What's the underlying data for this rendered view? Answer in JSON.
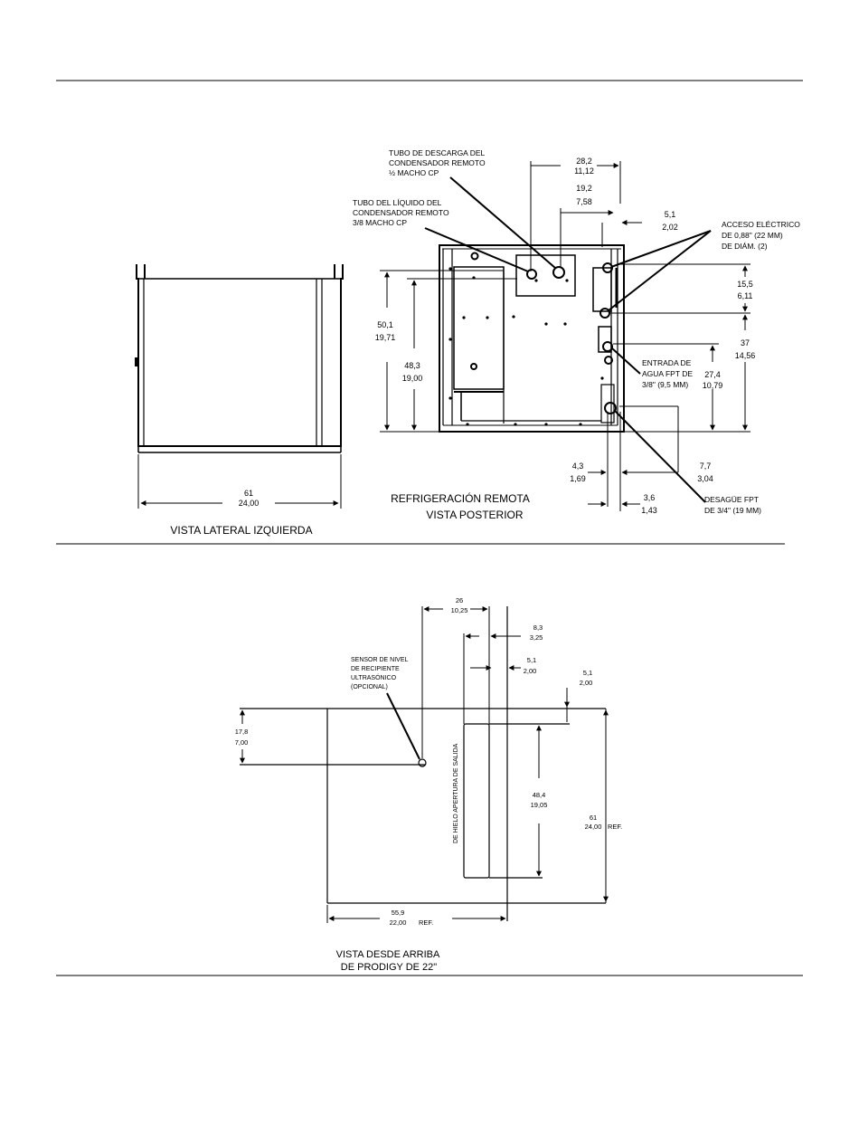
{
  "dims": {
    "d28": [
      "28,2",
      "11,12"
    ],
    "d19": [
      "19,2",
      "7,58"
    ],
    "d5a": [
      "5,1",
      "2,02"
    ],
    "d155": [
      "15,5",
      "6,11"
    ],
    "d37": [
      "37",
      "14,56"
    ],
    "d274": [
      "27,4",
      "10,79"
    ],
    "d77": [
      "7,7",
      "3,04"
    ],
    "d43": [
      "4,3",
      "1,69"
    ],
    "d36": [
      "3,6",
      "1,43"
    ],
    "d501": [
      "50,1",
      "19,71"
    ],
    "d483": [
      "48,3",
      "19,00"
    ],
    "d61side": [
      "61",
      "24,00"
    ],
    "d26": [
      "26",
      "10,25"
    ],
    "d83": [
      "8,3",
      "3,25"
    ],
    "d51b": [
      "5,1",
      "2,00"
    ],
    "d51c": [
      "5,1",
      "2,00"
    ],
    "d178": [
      "17,8",
      "7,00"
    ],
    "d484": [
      "48,4",
      "19,05"
    ],
    "d61top": [
      "61",
      "24,00"
    ],
    "d559": [
      "55,9",
      "22,00"
    ]
  },
  "ref_label": "REF.",
  "callouts": {
    "discharge": [
      "TUBO DE DESCARGA DEL",
      "CONDENSADOR REMOTO",
      "½ MACHO CP"
    ],
    "liquid": [
      "TUBO DEL LÍQUIDO DEL",
      "CONDENSADOR REMOTO",
      "3/8 MACHO CP"
    ],
    "electrical": [
      "ACCESO ELÉCTRICO",
      "DE 0,88\" (22 MM)",
      "DE DIÁM. (2)"
    ],
    "water": [
      "ENTRADA DE",
      "AGUA FPT DE",
      "3/8\" (9,5 MM)"
    ],
    "drain": [
      "DESAGÜE FPT",
      "DE 3/4\" (19 MM)"
    ],
    "sensor": [
      "SENSOR DE NIVEL",
      "DE RECIPIENTE",
      "ULTRASÓNICO",
      "(OPCIONAL)"
    ],
    "chute": "DE HIELO APERTURA DE SALIDA"
  },
  "views": {
    "side": "VISTA LATERAL IZQUIERDA",
    "rear": [
      "REFRIGERACIÓN REMOTA",
      "VISTA POSTERIOR"
    ],
    "top": [
      "VISTA DESDE ARRIBA",
      "DE PRODIGY DE 22\""
    ]
  }
}
